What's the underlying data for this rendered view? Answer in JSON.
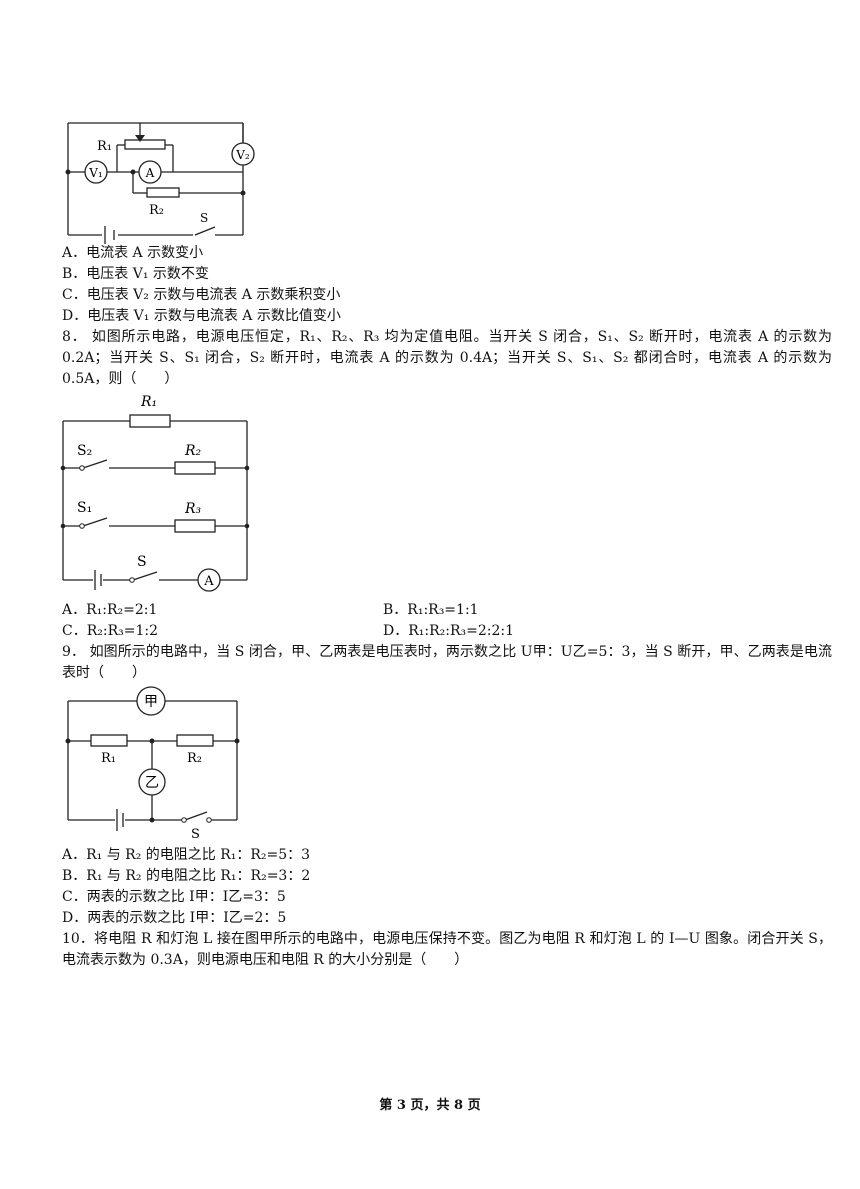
{
  "q7": {
    "options": [
      "A．电流表 A 示数变小",
      "B．电压表 V₁ 示数不变",
      "C．电压表 V₂ 示数与电流表 A 示数乘积变小",
      "D．电压表 V₁ 示数与电流表 A 示数比值变小"
    ],
    "diagram_labels": {
      "r1": "R₁",
      "r2": "R₂",
      "v1": "V₁",
      "v2": "V₂",
      "a": "A",
      "s": "S"
    }
  },
  "q8": {
    "text": "8．  如图所示电路，电源电压恒定，R₁、R₂、R₃ 均为定值电阻。当开关 S 闭合，S₁、S₂ 断开时，电流表 A 的示数为 0.2A；当开关 S、S₁ 闭合，S₂ 断开时，电流表 A 的示数为 0.4A；当开关 S、S₁、S₂ 都闭合时，电流表 A 的示数为 0.5A，则（　　）",
    "options": [
      "A．R₁:R₂=2:1",
      "B．R₁:R₃=1:1",
      "C．R₂:R₃=1:2",
      "D．R₁:R₂:R₃=2:2:1"
    ],
    "diagram_labels": {
      "r1": "R₁",
      "r2": "R₂",
      "r3": "R₃",
      "s1": "S₁",
      "s2": "S₂",
      "s": "S",
      "a": "A"
    }
  },
  "q9": {
    "text": "9．  如图所示的电路中，当 S 闭合，甲、乙两表是电压表时，两示数之比 U甲：U乙=5：3，当 S 断开，甲、乙两表是电流表时（　　）",
    "options": [
      "A．R₁ 与 R₂ 的电阻之比 R₁：R₂=5：3",
      "B．R₁ 与 R₂ 的电阻之比 R₁：R₂=3：2",
      "C．两表的示数之比 I甲：I乙=3：5",
      "D．两表的示数之比 I甲：I乙=2：5"
    ],
    "diagram_labels": {
      "jia": "甲",
      "yi": "乙",
      "r1": "R₁",
      "r2": "R₂",
      "s": "S"
    }
  },
  "q10": {
    "text": "10．将电阻 R 和灯泡 L 接在图甲所示的电路中，电源电压保持不变。图乙为电阻 R 和灯泡 L 的 I—U 图象。闭合开关 S，电流表示数为 0.3A，则电源电压和电阻 R 的大小分别是（　　）"
  },
  "footer": "第 3 页，共 8 页"
}
